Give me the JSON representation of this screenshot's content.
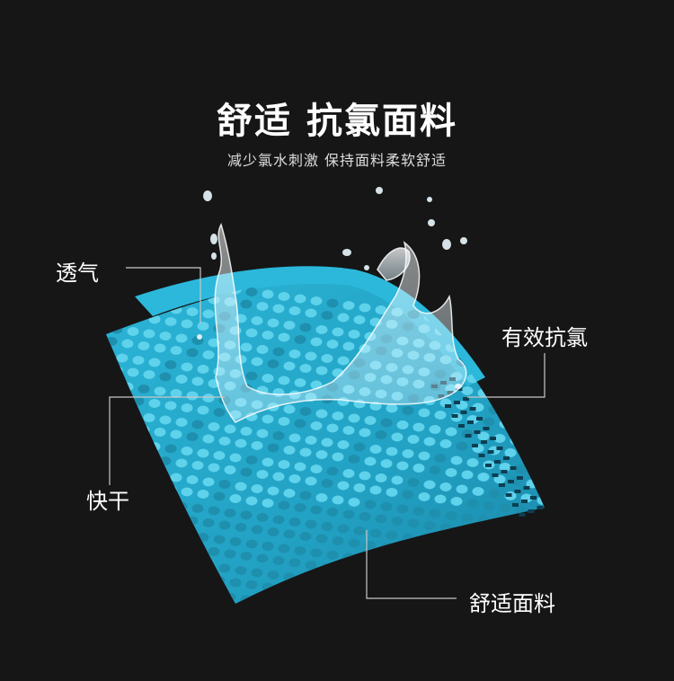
{
  "headline": "舒适 抗氯面料",
  "subheadline": "减少氯水刺激 保持面料柔软舒适",
  "callouts": {
    "breathable": "透气",
    "anti_chlorine": "有效抗氯",
    "quick_dry": "快干",
    "comfort_fabric": "舒适面料"
  },
  "colors": {
    "background": "#161616",
    "fabric_fill": "#27aacb",
    "fabric_dot": "#5fd2ec",
    "fabric_dot_dark": "#1f8fae",
    "leader_line": "#c8c8c8"
  }
}
